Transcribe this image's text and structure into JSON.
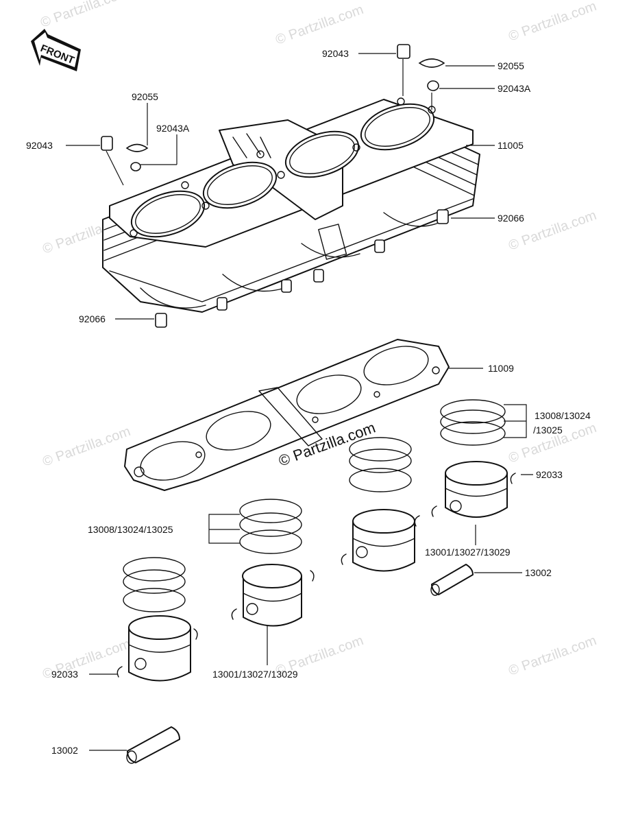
{
  "front_marker": "FRONT",
  "watermark": "© Partzilla.com",
  "labels": {
    "p92043_top": "92043",
    "p92055_right": "92055",
    "p92043A_right": "92043A",
    "p92055_left": "92055",
    "p92043A_left": "92043A",
    "p92043_left": "92043",
    "p11005": "11005",
    "p92066_right": "92066",
    "p92066_left": "92066",
    "p11009": "11009",
    "rings_right_1": "13008/13024",
    "rings_right_2": "/13025",
    "p92033_right": "92033",
    "rings_left": "13008/13024/13025",
    "piston_right": "13001/13027/13029",
    "p13002_right": "13002",
    "piston_left": "13001/13027/13029",
    "p92033_left": "92033",
    "p13002_left": "13002"
  }
}
